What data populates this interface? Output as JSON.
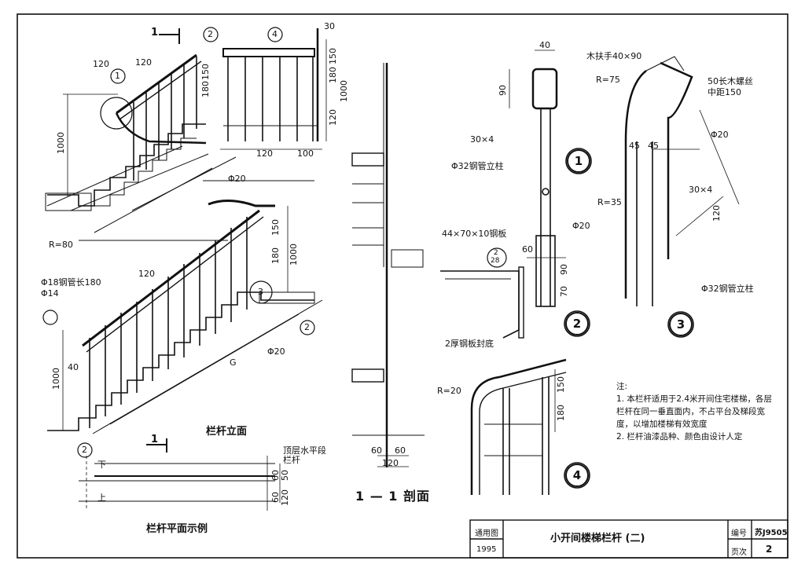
{
  "elevation": {
    "section_mark": "1",
    "callouts": [
      "2",
      "4",
      "1",
      "3"
    ],
    "dims": {
      "d120a": "120",
      "d120b": "120",
      "d120c": "120",
      "d150a": "150",
      "d150b": "150",
      "d180a": "180",
      "d180b": "180",
      "d1000a": "1000",
      "d1000b": "1000",
      "d1000c": "1000",
      "d40": "40",
      "phi20a": "Φ20",
      "phi20b": "Φ20",
      "r80": "R=80",
      "g": "G"
    },
    "steel_tube_label": "Φ18钢管长180",
    "phi14_label": "Φ14",
    "title": "栏杆立面",
    "callout_bottom_left": "2",
    "callout_bottom_right": "2",
    "callout_upper_mid": "3"
  },
  "topview": {
    "d30": "30",
    "d150": "150",
    "d180": "180",
    "d1000": "1000",
    "d120a": "120",
    "d120b": "120",
    "d100": "100"
  },
  "plan": {
    "section_mark": "1",
    "down_label": "下",
    "up_label": "上",
    "top_label": "顶层水平段栏杆",
    "d60a": "60",
    "d60b": "60",
    "d50": "50",
    "d120": "120",
    "title": "栏杆平面示例"
  },
  "section": {
    "d60a": "60",
    "d60b": "60",
    "d120": "120",
    "title": "1 — 1 剖面"
  },
  "detail1": {
    "num": "1",
    "d40": "40",
    "d90": "90",
    "flat_bar": "30×4",
    "post": "Φ32钢管立柱"
  },
  "detail2": {
    "num": "2",
    "phi20": "Φ20",
    "plate": "44×70×10钢板",
    "d60": "60",
    "d90": "90",
    "d70": "70",
    "ref_top": "2",
    "ref_bottom": "28",
    "base": "2厚钢板封底"
  },
  "detail3": {
    "num": "3",
    "handrail": "木扶手40×90",
    "r75": "R=75",
    "screw": "50长木螺丝",
    "spacing": "中距150",
    "phi20": "Φ20",
    "d45a": "45",
    "d45b": "45",
    "flat_bar": "30×4",
    "r35": "R=35",
    "d120": "120",
    "post": "Φ32钢管立柱"
  },
  "detail4": {
    "num": "4",
    "r20": "R=20",
    "d150": "150",
    "d180": "180"
  },
  "notes": {
    "heading": "注:",
    "line1": "1. 本栏杆适用于2.4米开间住宅楼梯，各层栏杆在同一垂直面内，不占平台及梯段宽度，以增加楼梯有效宽度",
    "line2": "2. 栏杆油漆品种、颜色由设计人定"
  },
  "title_block": {
    "general_label": "通用图",
    "year": "1995",
    "title": "小开间楼梯栏杆  (二)",
    "number_label": "编号",
    "number": "苏J9505",
    "page_label": "页次",
    "page": "2"
  }
}
